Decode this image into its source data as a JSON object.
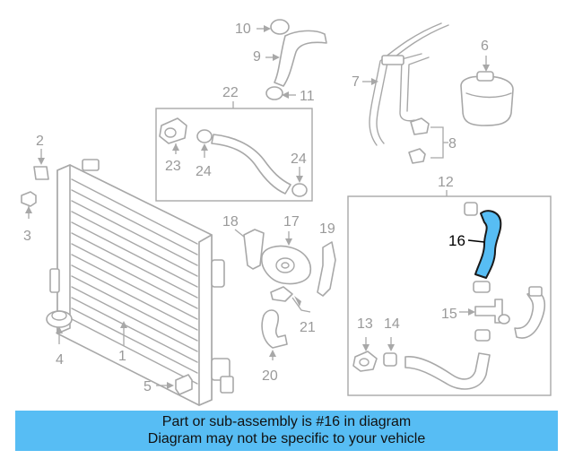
{
  "diagram": {
    "callouts": {
      "p1": "1",
      "p2": "2",
      "p3": "3",
      "p4": "4",
      "p5": "5",
      "p6": "6",
      "p7": "7",
      "p8": "8",
      "p9": "9",
      "p10": "10",
      "p11": "11",
      "p12": "12",
      "p13": "13",
      "p14": "14",
      "p15": "15",
      "p16": "16",
      "p17": "17",
      "p18": "18",
      "p19": "19",
      "p20": "20",
      "p21": "21",
      "p22": "22",
      "p23": "23",
      "p24a": "24",
      "p24b": "24"
    },
    "highlighted_part": "16",
    "highlight_color": "#57bdf4",
    "line_color": "#a8a8a8"
  },
  "banner": {
    "line1": "Part or sub-assembly is #16 in diagram",
    "line2": "Diagram may not be specific to your vehicle",
    "background": "#57bdf4"
  }
}
